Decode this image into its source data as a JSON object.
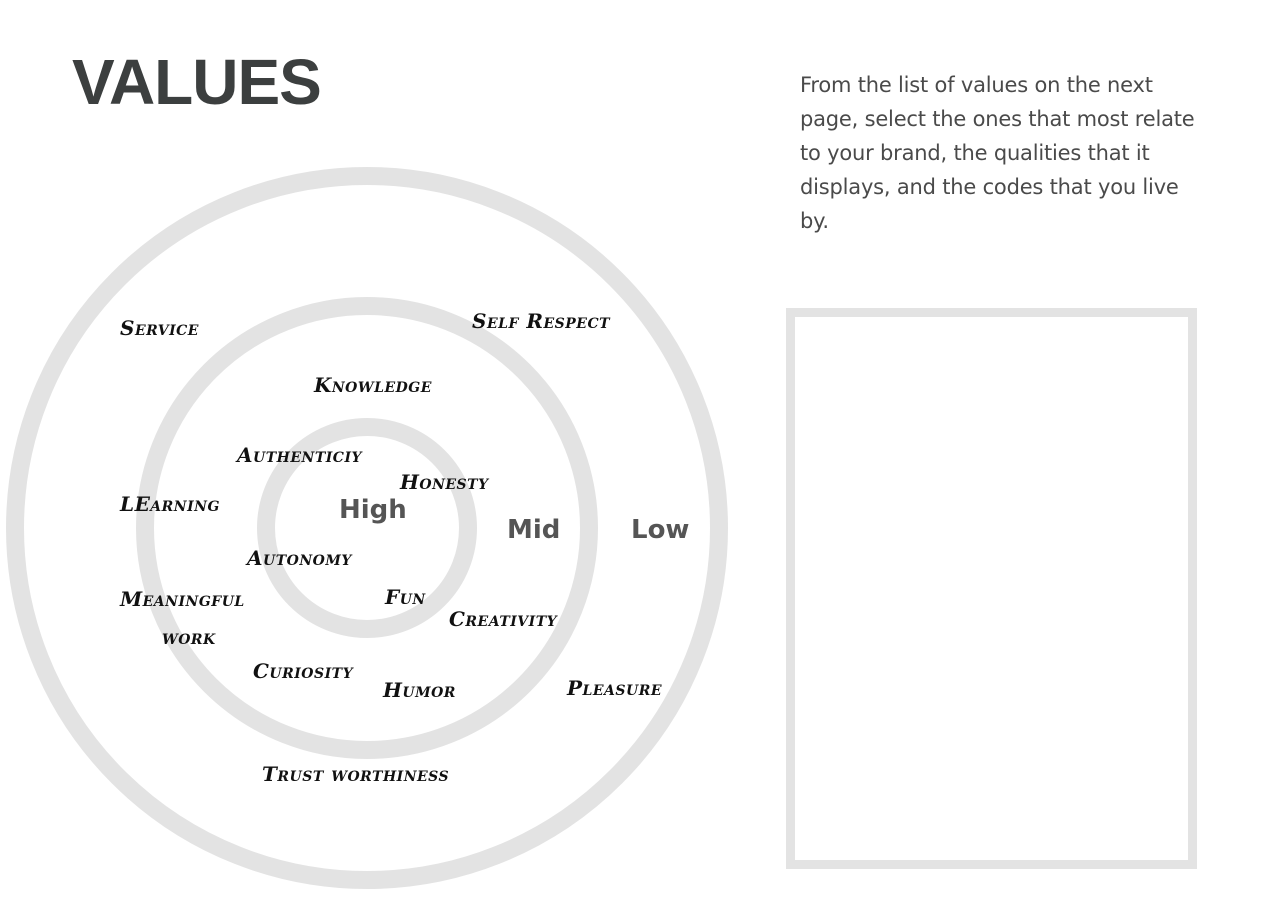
{
  "page": {
    "title": "VALUES",
    "intro": "From the list of values on the next page, select the ones that most relate to your brand, the qualities that it displays, and the codes that you live by."
  },
  "rings": {
    "high": "High",
    "mid": "Mid",
    "low": "Low"
  },
  "values": {
    "service": "Service",
    "self_respect": "Self Respect",
    "knowledge": "Knowledge",
    "authenticity": "Authenticiy",
    "honesty": "Honesty",
    "learning": "LEarning",
    "autonomy": "Autonomy",
    "meaningful": "Meaningful",
    "work": "work",
    "fun": "Fun",
    "creativity": "Creativity",
    "curiosity": "Curiosity",
    "humor": "Humor",
    "pleasure": "Pleasure",
    "trustworthiness": "Trust worthiness"
  },
  "colors": {
    "ring": "#e3e3e3",
    "title": "#3c3f3f",
    "text": "#4a4a4a",
    "words": "#111111"
  }
}
